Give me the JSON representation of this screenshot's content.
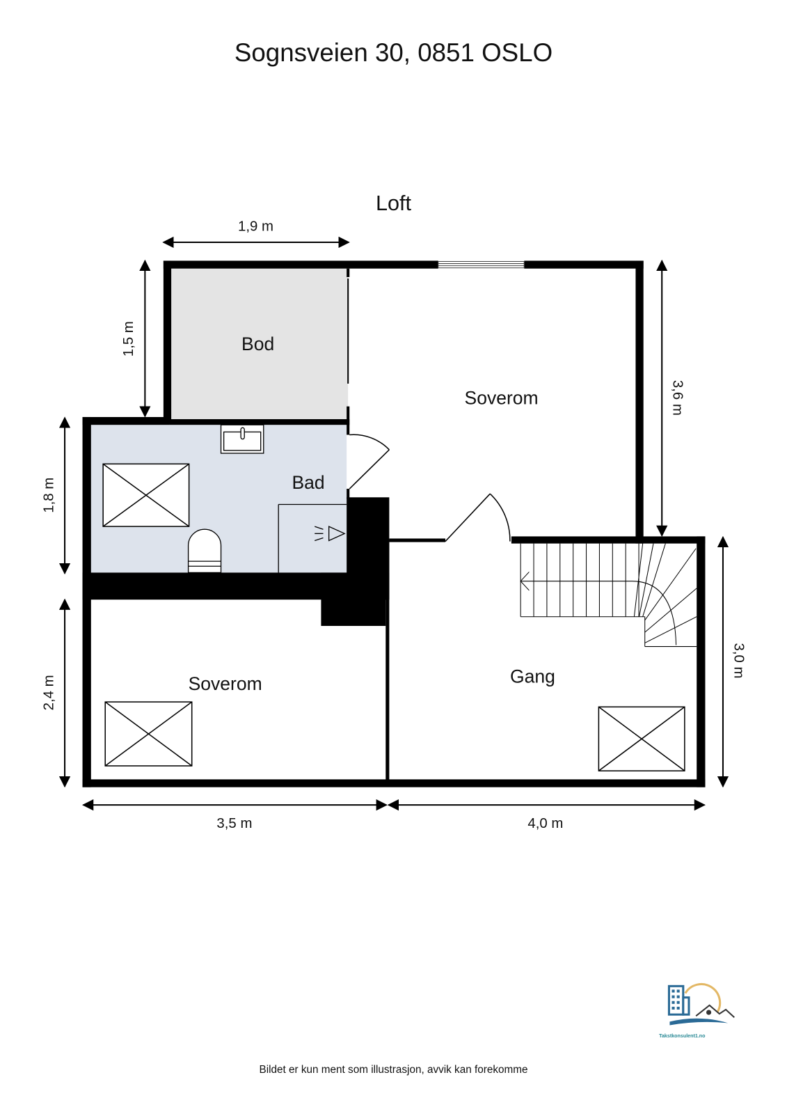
{
  "title": "Sognsveien 30, 0851 OSLO",
  "floor": "Loft",
  "rooms": {
    "bod": "Bod",
    "soverom_upper": "Soverom",
    "bad": "Bad",
    "soverom_lower": "Soverom",
    "gang": "Gang"
  },
  "dimensions": {
    "top": "1,9 m",
    "bod_height": "1,5 m",
    "bad_height": "1,8 m",
    "soverom_lower_height": "2,4 m",
    "soverom_upper_height": "3,6 m",
    "gang_height": "3,0 m",
    "bottom_left": "3,5 m",
    "bottom_right": "4,0 m"
  },
  "colors": {
    "wall": "#000000",
    "bod_fill": "#e4e4e4",
    "bad_fill": "#dde3ec",
    "logo_blue": "#2a6a96",
    "logo_sun": "#e3b866"
  },
  "logo": {
    "text": "Takstkonsulent1.no"
  },
  "footer": "Bildet er kun ment som illustrasjon, avvik kan forekomme"
}
